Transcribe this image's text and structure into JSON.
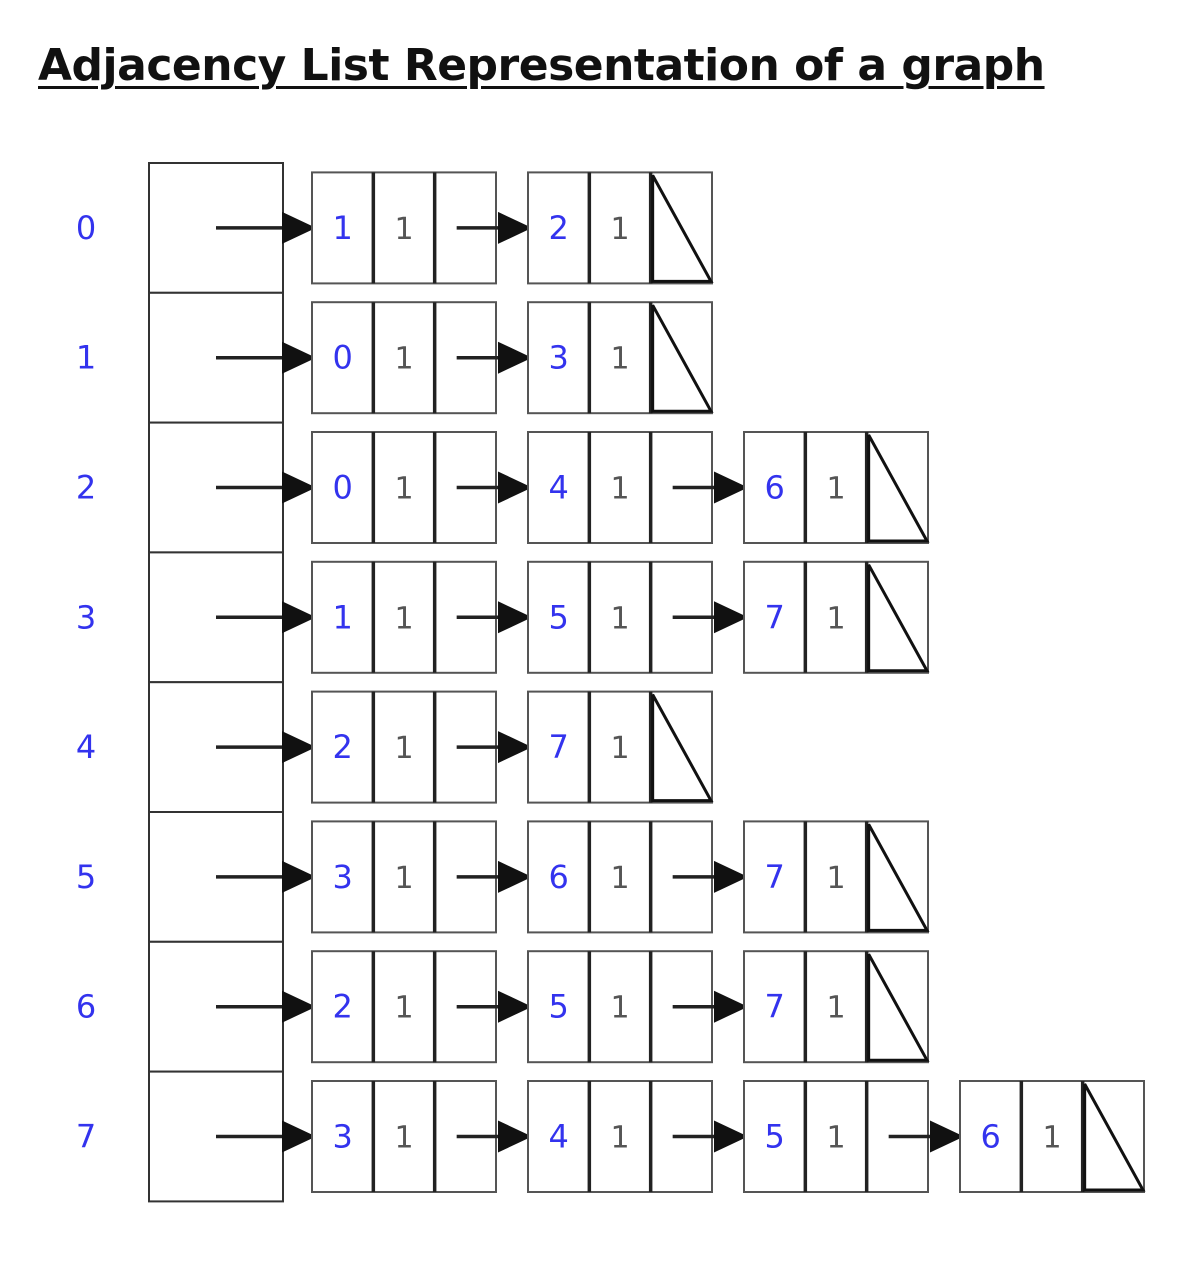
{
  "title": "Adjacency List Representation of a graph",
  "colors": {
    "vertex_text": "#3333ee",
    "weight_text": "#555555",
    "line": "#222222",
    "node_border": "#555555"
  },
  "adjacency": [
    {
      "vertex": "0",
      "edges": [
        {
          "to": "1",
          "weight": "1"
        },
        {
          "to": "2",
          "weight": "1"
        }
      ]
    },
    {
      "vertex": "1",
      "edges": [
        {
          "to": "0",
          "weight": "1"
        },
        {
          "to": "3",
          "weight": "1"
        }
      ]
    },
    {
      "vertex": "2",
      "edges": [
        {
          "to": "0",
          "weight": "1"
        },
        {
          "to": "4",
          "weight": "1"
        },
        {
          "to": "6",
          "weight": "1"
        }
      ]
    },
    {
      "vertex": "3",
      "edges": [
        {
          "to": "1",
          "weight": "1"
        },
        {
          "to": "5",
          "weight": "1"
        },
        {
          "to": "7",
          "weight": "1"
        }
      ]
    },
    {
      "vertex": "4",
      "edges": [
        {
          "to": "2",
          "weight": "1"
        },
        {
          "to": "7",
          "weight": "1"
        }
      ]
    },
    {
      "vertex": "5",
      "edges": [
        {
          "to": "3",
          "weight": "1"
        },
        {
          "to": "6",
          "weight": "1"
        },
        {
          "to": "7",
          "weight": "1"
        }
      ]
    },
    {
      "vertex": "6",
      "edges": [
        {
          "to": "2",
          "weight": "1"
        },
        {
          "to": "5",
          "weight": "1"
        },
        {
          "to": "7",
          "weight": "1"
        }
      ]
    },
    {
      "vertex": "7",
      "edges": [
        {
          "to": "3",
          "weight": "1"
        },
        {
          "to": "4",
          "weight": "1"
        },
        {
          "to": "5",
          "weight": "1"
        },
        {
          "to": "6",
          "weight": "1"
        }
      ]
    }
  ]
}
